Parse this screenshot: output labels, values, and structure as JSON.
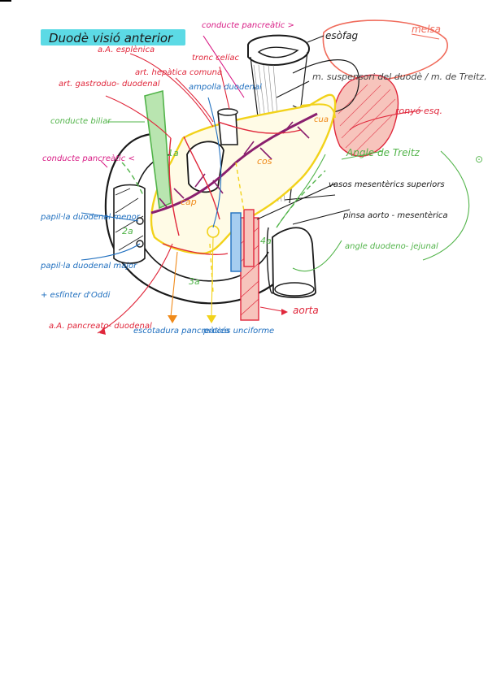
{
  "title": "Duodè visió anterior",
  "labels": {
    "esofag": "esòfag",
    "melsa": "melsa",
    "conducte_pancreatic_top": "conducte pancreàtic >",
    "art_esplenica": "a.A. esplènica",
    "tronc_celiac": "tronc celíac",
    "art_hepatica_comuna": "art. hepàtica comuna",
    "art_gastroduodenal": "art. gastroduo- duodenal",
    "ampolla_duodenal": "ampolla duodenal",
    "conducte_biliar": "conducte biliar",
    "conducte_pancreatic_left": "conducte pancreàtic <",
    "papila_menor": "papil·la duodenal menor",
    "papila_major": "papil·la duodenal major",
    "esfinter": "+ esfínter d'Oddi",
    "art_pancreatoduodenal": "a.A. pancreato- duodenal",
    "escotadura": "escotadura pancreàtica",
    "proces": "procés unciforme",
    "aorta": "aorta",
    "musc_suspensori": "m. suspensori del duodè / m. de Treitz.",
    "cos_pancreas": "cos",
    "cap_pancreas": "cap",
    "cua_pancreas": "cua",
    "cos_esq": "ronyó esq.",
    "angle_treitz": "Angle de Treitz",
    "vasos_mesenterics": "vasos mesentèrics superiors",
    "pinsa": "pinsa aorto - mesentèrica",
    "angle_duodenojejunal": "angle duodeno- jejunal",
    "seg_1a": "1a",
    "seg_2a": "2a",
    "seg_3a": "3a",
    "seg_4a": "4a",
    "circle_mark": "⊙"
  },
  "colors": {
    "black": "#1a1a1a",
    "red": "#e0283c",
    "pink": "#d81b84",
    "blue": "#1f6fbf",
    "green": "#52b44a",
    "yellow": "#f2d21a",
    "orange": "#f08a1a",
    "salmon": "#f06c5c",
    "purple": "#8a1f6e",
    "highlight": "#3fd3e0"
  }
}
